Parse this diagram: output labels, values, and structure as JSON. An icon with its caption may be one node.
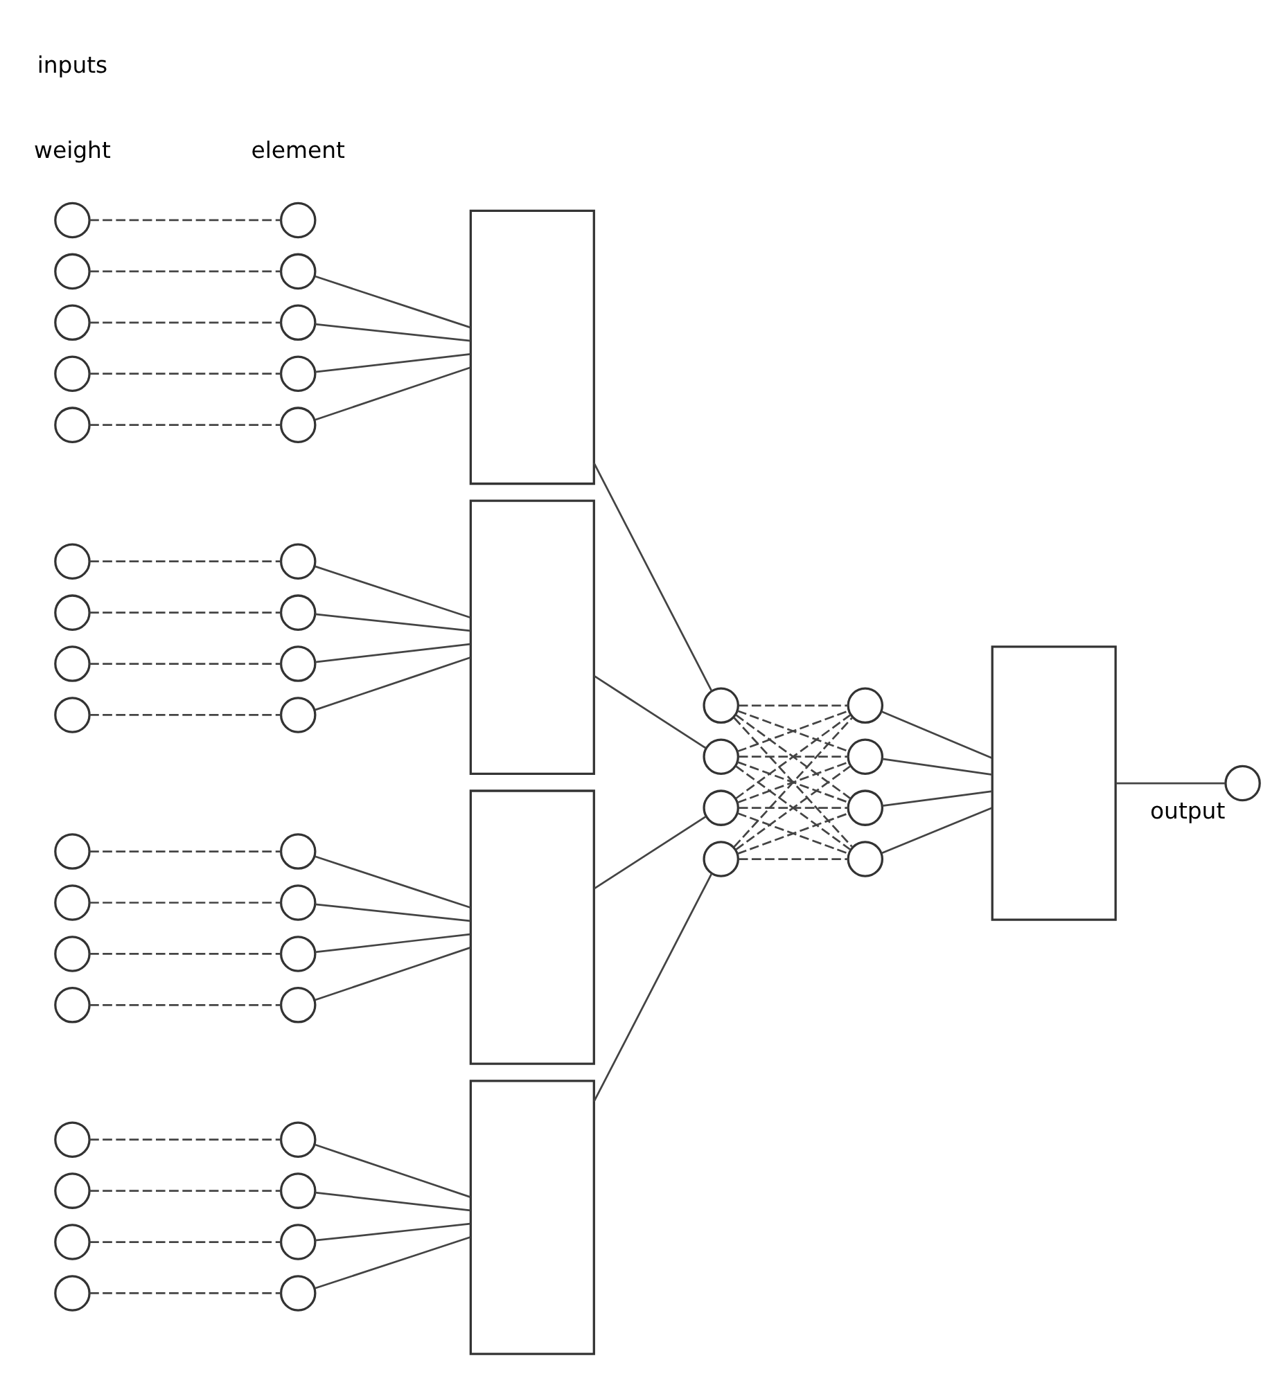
{
  "diagram": {
    "nodes": [
      {
        "text": [],
        "shape": "circle"
      },
      {
        "text": [],
        "shape": "circle"
      },
      {
        "text": [],
        "shape": "circle"
      },
      {
        "text": [],
        "shape": "circle"
      },
      {
        "text": [],
        "shape": "circle"
      },
      {
        "text": [],
        "shape": "circle"
      },
      {
        "text": [],
        "shape": "circle"
      },
      {
        "text": [],
        "shape": "circle"
      },
      {
        "text": [],
        "shape": "circle"
      },
      {
        "text": [],
        "shape": "circle"
      },
      {
        "text": [],
        "shape": "circle"
      },
      {
        "text": [],
        "shape": "circle"
      },
      {
        "text": [],
        "shape": "circle"
      },
      {
        "text": [],
        "shape": "circle"
      },
      {
        "text": [],
        "shape": "circle"
      },
      {
        "text": [],
        "shape": "circle"
      },
      {
        "text": [],
        "shape": "circle"
      },
      {
        "text": [],
        "shape": "circle"
      },
      {
        "text": [],
        "shape": "circle"
      },
      {
        "text": [],
        "shape": "circle"
      },
      {
        "text": [],
        "shape": "circle"
      },
      {
        "text": [],
        "shape": "circle"
      },
      {
        "text": [],
        "shape": "circle"
      },
      {
        "text": [],
        "shape": "circle"
      },
      {
        "text": [],
        "shape": "circle"
      },
      {
        "text": [],
        "shape": "circle"
      },
      {
        "text": [],
        "shape": "circle"
      },
      {
        "text": [],
        "shape": "circle"
      },
      {
        "text": [],
        "shape": "circle"
      },
      {
        "text": [],
        "shape": "circle"
      },
      {
        "text": [],
        "shape": "circle"
      },
      {
        "text": [],
        "shape": "circle"
      },
      {
        "text": [],
        "shape": "box"
      },
      {
        "text": [],
        "shape": "box"
      },
      {
        "text": [],
        "shape": "box"
      },
      {
        "text": [],
        "shape": "box"
      },
      {
        "text": [],
        "shape": "circle"
      },
      {
        "text": [],
        "shape": "circle"
      },
      {
        "text": [],
        "shape": "circle"
      },
      {
        "text": [],
        "shape": "circle"
      },
      {
        "text": [],
        "shape": "circle"
      },
      {
        "text": [],
        "shape": "circle"
      },
      {
        "text": [],
        "shape": "circle"
      },
      {
        "text": [],
        "shape": "circle"
      },
      {
        "text": [],
        "shape": "box"
      },
      {
        "text": [],
        "shape": "circle",
        "beside": [
          "output"
        ]
      },
      {
        "text": [],
        "shape": "circle"
      },
      {
        "text": [],
        "shape": "circle"
      }
    ],
    "edges": [
      {
        "from": 0,
        "to": 16,
        "arrow": "none",
        "style": "dashed"
      },
      {
        "from": 1,
        "to": 17,
        "arrow": "none",
        "style": "dashed"
      },
      {
        "from": 2,
        "to": 18,
        "arrow": "none",
        "style": "dashed"
      },
      {
        "from": 3,
        "to": 19,
        "arrow": "none",
        "style": "dashed"
      },
      {
        "from": 4,
        "to": 20,
        "arrow": "none",
        "style": "dashed"
      },
      {
        "from": 5,
        "to": 21,
        "arrow": "none",
        "style": "dashed"
      },
      {
        "from": 6,
        "to": 22,
        "arrow": "none",
        "style": "dashed"
      },
      {
        "from": 7,
        "to": 23,
        "arrow": "none",
        "style": "dashed"
      },
      {
        "from": 8,
        "to": 24,
        "arrow": "none",
        "style": "dashed"
      },
      {
        "from": 9,
        "to": 25,
        "arrow": "none",
        "style": "dashed"
      },
      {
        "from": 10,
        "to": 26,
        "arrow": "none",
        "style": "dashed"
      },
      {
        "from": 11,
        "to": 27,
        "arrow": "none",
        "style": "dashed"
      },
      {
        "from": 12,
        "to": 28,
        "arrow": "none",
        "style": "dashed"
      },
      {
        "from": 13,
        "to": 29,
        "arrow": "none",
        "style": "dashed"
      },
      {
        "from": 14,
        "to": 30,
        "arrow": "none",
        "style": "dashed"
      },
      {
        "from": 15,
        "to": 31,
        "arrow": "none",
        "style": "dashed"
      },
      {
        "from": 16,
        "to": 32,
        "arrow": "none"
      },
      {
        "from": 17,
        "to": 32,
        "arrow": "none"
      },
      {
        "from": 18,
        "to": 32,
        "arrow": "none"
      },
      {
        "from": 19,
        "to": 32,
        "arrow": "none"
      },
      {
        "from": 20,
        "to": 33,
        "arrow": "none"
      },
      {
        "from": 21,
        "to": 33,
        "arrow": "none"
      },
      {
        "from": 22,
        "to": 33,
        "arrow": "none"
      },
      {
        "from": 23,
        "to": 33,
        "arrow": "none"
      },
      {
        "from": 24,
        "to": 34,
        "arrow": "none"
      },
      {
        "from": 25,
        "to": 34,
        "arrow": "none"
      },
      {
        "from": 26,
        "to": 34,
        "arrow": "none"
      },
      {
        "from": 27,
        "to": 34,
        "arrow": "none"
      },
      {
        "from": 28,
        "to": 35,
        "arrow": "none"
      },
      {
        "from": 29,
        "to": 35,
        "arrow": "none"
      },
      {
        "from": 30,
        "to": 35,
        "arrow": "none"
      },
      {
        "from": 31,
        "to": 35,
        "arrow": "none"
      },
      {
        "from": 32,
        "to": 36,
        "arrow": "none"
      },
      {
        "from": 33,
        "to": 37,
        "arrow": "none"
      },
      {
        "from": 34,
        "to": 38,
        "arrow": "none"
      },
      {
        "from": 35,
        "to": 39,
        "arrow": "none"
      },
      {
        "from": 36,
        "to": 40,
        "arrow": "none",
        "style": "dashed"
      },
      {
        "from": 36,
        "to": 41,
        "arrow": "none",
        "style": "dashed"
      },
      {
        "from": 36,
        "to": 42,
        "arrow": "none",
        "style": "dashed"
      },
      {
        "from": 36,
        "to": 43,
        "arrow": "none",
        "style": "dashed"
      },
      {
        "from": 37,
        "to": 40,
        "arrow": "none",
        "style": "dashed"
      },
      {
        "from": 37,
        "to": 41,
        "arrow": "none",
        "style": "dashed"
      },
      {
        "from": 37,
        "to": 42,
        "arrow": "none",
        "style": "dashed"
      },
      {
        "from": 37,
        "to": 43,
        "arrow": "none",
        "style": "dashed"
      },
      {
        "from": 38,
        "to": 40,
        "arrow": "none",
        "style": "dashed"
      },
      {
        "from": 38,
        "to": 41,
        "arrow": "none",
        "style": "dashed"
      },
      {
        "from": 38,
        "to": 42,
        "arrow": "none",
        "style": "dashed"
      },
      {
        "from": 38,
        "to": 43,
        "arrow": "none",
        "style": "dashed"
      },
      {
        "from": 39,
        "to": 40,
        "arrow": "none",
        "style": "dashed"
      },
      {
        "from": 39,
        "to": 41,
        "arrow": "none",
        "style": "dashed"
      },
      {
        "from": 39,
        "to": 42,
        "arrow": "none",
        "style": "dashed"
      },
      {
        "from": 39,
        "to": 43,
        "arrow": "none",
        "style": "dashed"
      },
      {
        "from": 40,
        "to": 44,
        "arrow": "none"
      },
      {
        "from": 41,
        "to": 44,
        "arrow": "none"
      },
      {
        "from": 42,
        "to": 44,
        "arrow": "none"
      },
      {
        "from": 43,
        "to": 44,
        "arrow": "none"
      },
      {
        "from": 44,
        "to": 45,
        "arrow": "none"
      },
      {
        "from": 46,
        "to": 47,
        "arrow": "none",
        "style": "dashed"
      }
    ],
    "labels": [
      "weight",
      "element",
      "inputs"
    ]
  }
}
